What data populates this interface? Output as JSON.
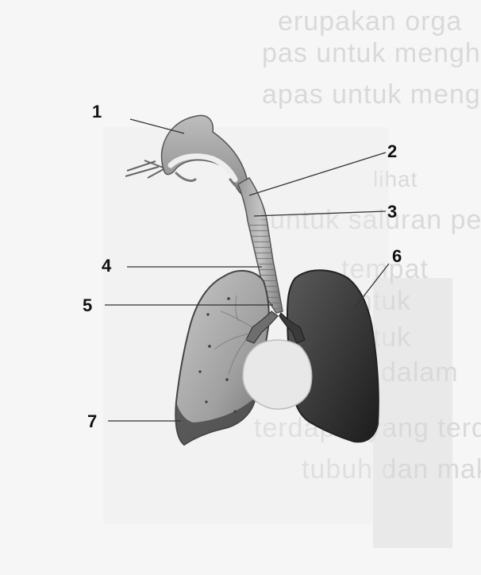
{
  "background_text": [
    "erupakan orga",
    "pas untuk menghisap Oksigen (O",
    "apas untuk mengeluarkan ud",
    "lihat",
    "untuk saluran pernapasan dan maka",
    "tempat",
    "untuk",
    "untuk",
    "dalam",
    "terdapat yang terdapat di dalam",
    "tubuh dan makanan oleh"
  ],
  "labels": [
    "1",
    "2",
    "3",
    "4",
    "5",
    "6",
    "7"
  ],
  "colors": {
    "paper": "#f6f6f6",
    "left_lung": "#a8a8a8",
    "right_lung": "#333333",
    "trachea": "#8a8a8a",
    "leader_line": "#333333"
  }
}
